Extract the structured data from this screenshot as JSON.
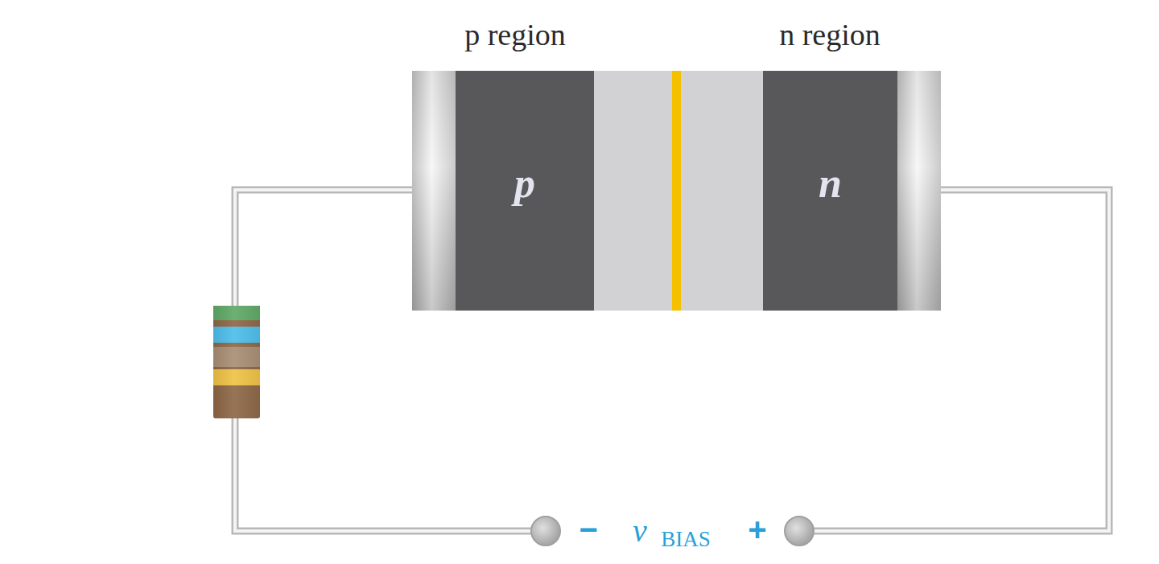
{
  "diagram": {
    "nodes": [
      {
        "text": [
          "p"
        ]
      },
      {
        "text": [
          "n"
        ]
      }
    ],
    "labels": [
      "p region",
      "n region",
      "−",
      "v",
      "BIAS",
      "+"
    ]
  }
}
